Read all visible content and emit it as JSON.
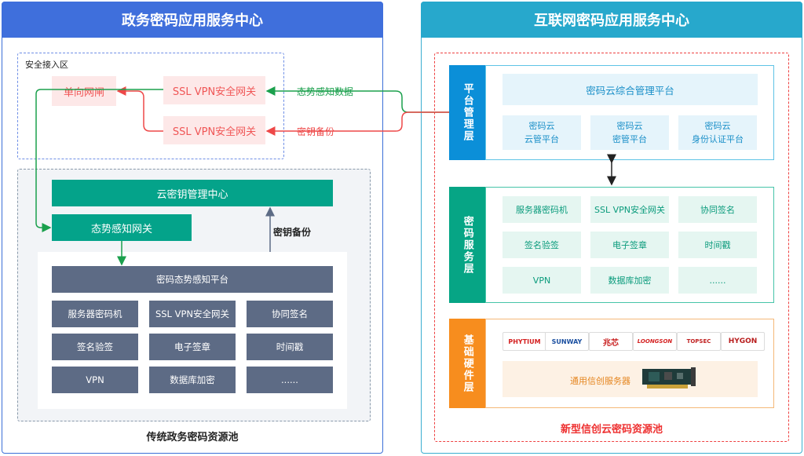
{
  "left": {
    "title": "政务密码应用服务中心",
    "secure_zone_label": "安全接入区",
    "one_way_gate": "单向网闸",
    "ssl_gw_1": "SSL VPN安全网关",
    "ssl_gw_2": "SSL VPN安全网关",
    "cloud_kms": "云密钥管理中心",
    "sa_gateway": "态势感知网关",
    "key_backup_label": "密钥备份",
    "sa_platform": "密码态势感知平台",
    "grid": [
      "服务器密码机",
      "SSL VPN安全网关",
      "协同签名",
      "签名验签",
      "电子签章",
      "时间戳",
      "VPN",
      "数据库加密",
      "......"
    ],
    "footer": "传统政务密码资源池"
  },
  "flows": {
    "sa_data": "态势感知数据",
    "key_backup": "密钥备份"
  },
  "right": {
    "title": "互联网密码应用服务中心",
    "platform_layer": "平台管理层",
    "service_layer": "密码服务层",
    "hardware_layer": "基础硬件层",
    "kms_platform": "密码云综合管理平台",
    "sub_platforms": [
      [
        "密码云",
        "云管平台"
      ],
      [
        "密码云",
        "密管平台"
      ],
      [
        "密码云",
        "身份认证平台"
      ]
    ],
    "services": [
      "服务器密码机",
      "SSL VPN安全网关",
      "协同签名",
      "签名验签",
      "电子签章",
      "时间戳",
      "VPN",
      "数据库加密",
      "......"
    ],
    "vendors": [
      "PHYTIUM",
      "SUNWAY",
      "兆芯",
      "LOONGSON",
      "TOPSEC",
      "HYGON"
    ],
    "server_label": "通用信创服务器",
    "footer": "新型信创云密码资源池"
  },
  "colors": {
    "left_header": "#3f6fdc",
    "right_header": "#27a8cc",
    "green_flow": "#1ba04d",
    "red_flow": "#ee4848",
    "teal": "#04a38a",
    "slate": "#5d6b85",
    "blue_layer": "#0b8fd8",
    "green_layer": "#06a585",
    "orange_layer": "#f78d1e"
  }
}
